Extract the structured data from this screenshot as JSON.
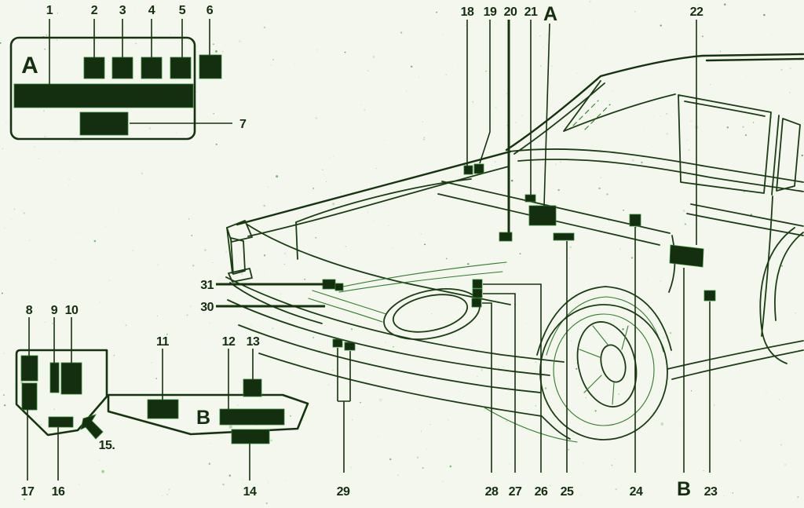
{
  "diagram": {
    "kind": "car fuse box / component location diagram",
    "colors": {
      "ink": "#142e10",
      "accent": "#2f7d2b",
      "background": "#f3f7ee"
    },
    "inset_a": {
      "letter": "A",
      "callouts": {
        "n1": "1",
        "n2": "2",
        "n3": "3",
        "n4": "4",
        "n5": "5",
        "n6": "6",
        "n7": "7"
      }
    },
    "inset_b": {
      "letter": "B",
      "callouts": {
        "n8": "8",
        "n9": "9",
        "n10": "10",
        "n11": "11",
        "n12": "12",
        "n13": "13",
        "n14": "14",
        "n15": "15.",
        "n16": "16",
        "n17": "17"
      }
    },
    "car": {
      "section_a_letter": "A",
      "section_b_letter": "B",
      "callouts": {
        "n18": "18",
        "n19": "19",
        "n20": "20",
        "n21": "21",
        "n22": "22",
        "n23": "23",
        "n24": "24",
        "n25": "25",
        "n26": "26",
        "n27": "27",
        "n28": "28",
        "n29": "29",
        "n30": "30",
        "n31": "31"
      }
    }
  }
}
